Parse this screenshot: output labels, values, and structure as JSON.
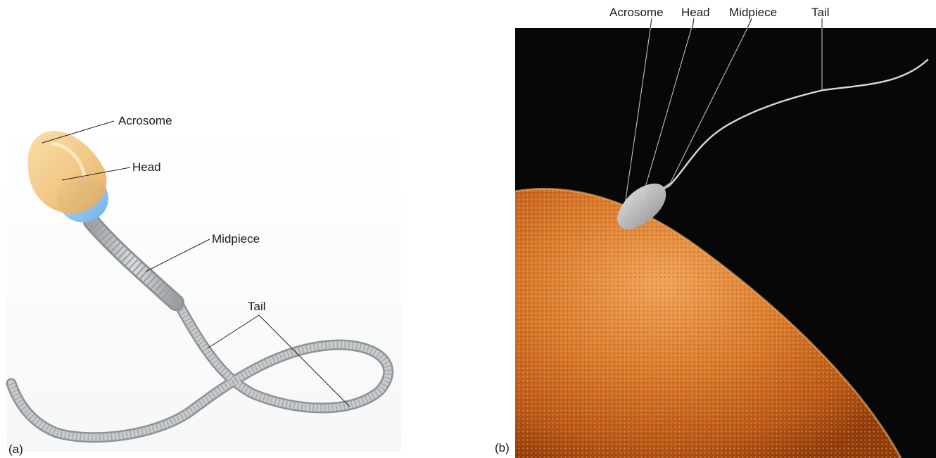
{
  "panel_a": {
    "letter": "(a)",
    "labels": {
      "acrosome": "Acrosome",
      "head": "Head",
      "midpiece": "Midpiece",
      "tail": "Tail"
    }
  },
  "panel_b": {
    "letter": "(b)",
    "labels": {
      "acrosome": "Acrosome",
      "head": "Head",
      "midpiece": "Midpiece",
      "tail": "Tail"
    }
  },
  "colors": {
    "acrosome": "#f3c77e",
    "head_blue": "#8fc6ee",
    "tail_gray": "#b9bcbe",
    "photo_background": "#070707",
    "egg_orange": "#d0742a"
  }
}
